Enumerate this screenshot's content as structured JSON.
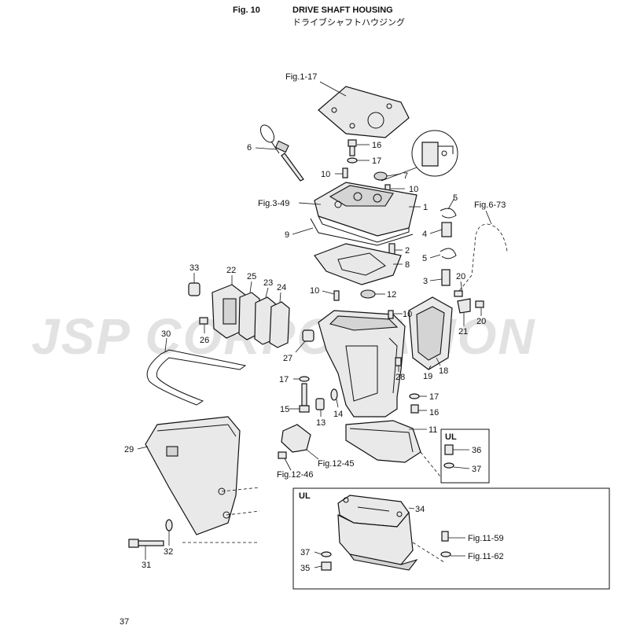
{
  "header": {
    "fig_no": "Fig. 10",
    "title_en": "DRIVE SHAFT HOUSING",
    "title_jp": "ドライブシャフトハウジング"
  },
  "watermark": "JSP CORPORATION",
  "page_number": "37",
  "ul_boxes": [
    "UL",
    "UL"
  ],
  "labels": {
    "fig1_17": "Fig.1-17",
    "fig3_49": "Fig.3-49",
    "fig6_73": "Fig.6-73",
    "fig12_45": "Fig.12-45",
    "fig12_46": "Fig.12-46",
    "fig11_59": "Fig.11-59",
    "fig11_62": "Fig.11-62",
    "p1": "1",
    "p2": "2",
    "p3": "3",
    "p4": "4",
    "p5a": "5",
    "p5b": "5",
    "p6": "6",
    "p7": "7",
    "p8": "8",
    "p9": "9",
    "p10a": "10",
    "p10b": "10",
    "p10c": "10",
    "p10d": "10",
    "p11": "11",
    "p12": "12",
    "p13": "13",
    "p14": "14",
    "p15": "15",
    "p16a": "16",
    "p16b": "16",
    "p17a": "17",
    "p17b": "17",
    "p17c": "17",
    "p18": "18",
    "p19": "19",
    "p20a": "20",
    "p20b": "20",
    "p21": "21",
    "p22": "22",
    "p23": "23",
    "p24": "24",
    "p25": "25",
    "p26": "26",
    "p27": "27",
    "p28": "28",
    "p29": "29",
    "p30": "30",
    "p31": "31",
    "p32": "32",
    "p33": "33",
    "p34": "34",
    "p35": "35",
    "p36": "36",
    "p37a": "37",
    "p37b": "37"
  }
}
